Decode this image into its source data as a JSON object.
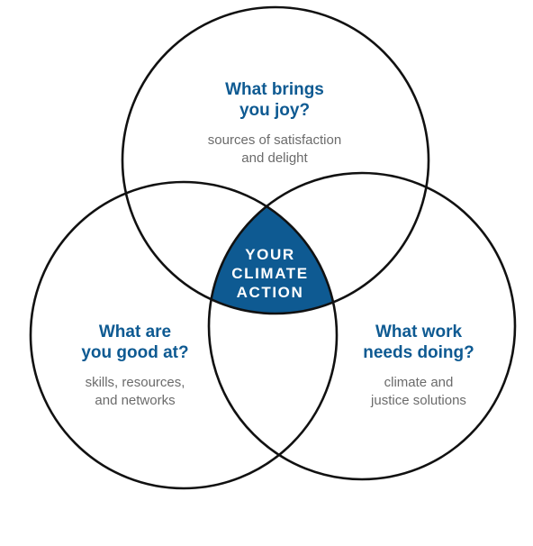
{
  "colors": {
    "accent": "#0e5a92",
    "outline": "#111111",
    "description_text": "#6b6b6b"
  },
  "circles": [
    {
      "heading_lines": [
        "What brings",
        "you joy?"
      ],
      "description_lines": [
        "sources of satisfaction",
        "and delight"
      ]
    },
    {
      "heading_lines": [
        "What are",
        "you good at?"
      ],
      "description_lines": [
        "skills, resources,",
        "and networks"
      ]
    },
    {
      "heading_lines": [
        "What work",
        "needs doing?"
      ],
      "description_lines": [
        "climate and",
        "justice solutions"
      ]
    }
  ],
  "center": {
    "lines": [
      "YOUR",
      "CLIMATE",
      "ACTION"
    ]
  }
}
